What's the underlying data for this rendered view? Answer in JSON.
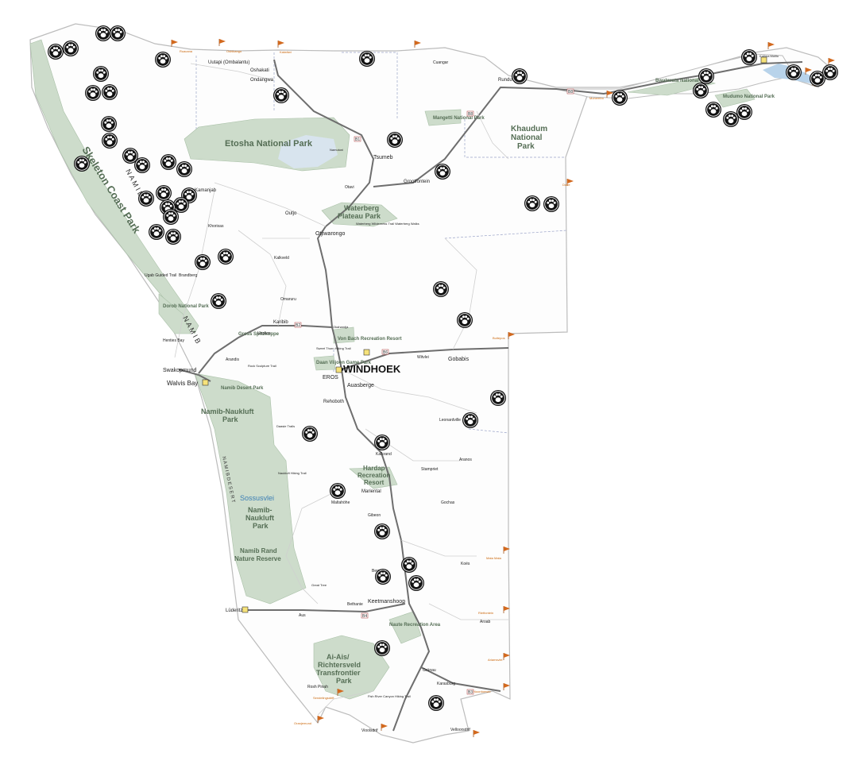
{
  "map": {
    "capital": "WINDHOEK",
    "parks": [
      {
        "id": "skeleton",
        "text": "Skeleton Coast Park"
      },
      {
        "id": "etosha",
        "text": "Etosha National Park"
      },
      {
        "id": "khaudum1",
        "text": "Khaudum"
      },
      {
        "id": "khaudum2",
        "text": "National"
      },
      {
        "id": "khaudum3",
        "text": "Park"
      },
      {
        "id": "waterberg1",
        "text": "Waterberg"
      },
      {
        "id": "waterberg2",
        "text": "Plateau Park"
      },
      {
        "id": "nn1a",
        "text": "Namib-Naukluft"
      },
      {
        "id": "nn1b",
        "text": "Park"
      },
      {
        "id": "nn2a",
        "text": "Namib-"
      },
      {
        "id": "nn2b",
        "text": "Naukluft"
      },
      {
        "id": "nn2c",
        "text": "Park"
      },
      {
        "id": "namibrand1",
        "text": "Namib Rand"
      },
      {
        "id": "namibrand2",
        "text": "Nature Reserve"
      },
      {
        "id": "hardap1",
        "text": "Hardap"
      },
      {
        "id": "hardap2",
        "text": "Recreation"
      },
      {
        "id": "hardap3",
        "text": "Resort"
      },
      {
        "id": "aiais1",
        "text": "Ai-Ais/"
      },
      {
        "id": "aiais2",
        "text": "Richtersveld"
      },
      {
        "id": "aiais3",
        "text": "Transfrontier"
      },
      {
        "id": "aiais4",
        "text": "Park"
      },
      {
        "id": "mangetti",
        "text": "Mangetti National Park"
      },
      {
        "id": "sossusvlei",
        "text": "Sossusvlei"
      },
      {
        "id": "vonbach",
        "text": "Von Bach Recreation Resort"
      },
      {
        "id": "daan",
        "text": "Daan Viljoen Game Park"
      },
      {
        "id": "dorob",
        "text": "Dorob National Park"
      },
      {
        "id": "namibdesert",
        "text": "Namib Desert Park"
      },
      {
        "id": "naute",
        "text": "Naute Recreation Area"
      },
      {
        "id": "bwabwata",
        "text": "Bwabwata National Park"
      },
      {
        "id": "mudumo",
        "text": "Mudumo National Park"
      },
      {
        "id": "namib1",
        "text": "N A M I B"
      },
      {
        "id": "namib2",
        "text": "N A M I B"
      },
      {
        "id": "namibdes",
        "text": "N A M I B   D E S E R T"
      },
      {
        "id": "gross",
        "text": "Gross Spitzkoppe"
      }
    ],
    "towns": [
      {
        "id": "uutapi",
        "text": "Uutapi (Ombalantu)"
      },
      {
        "id": "oshakati",
        "text": "Oshakati"
      },
      {
        "id": "ondangwa",
        "text": "Ondangwa"
      },
      {
        "id": "cuangar",
        "text": "Cuangar"
      },
      {
        "id": "rundu",
        "text": "Rundu"
      },
      {
        "id": "tsumeb",
        "text": "Tsumeb"
      },
      {
        "id": "grootfontein",
        "text": "Grootfontein"
      },
      {
        "id": "otavi",
        "text": "Otavi"
      },
      {
        "id": "outjo",
        "text": "Outjo"
      },
      {
        "id": "otjiwarongo",
        "text": "Otjiwarongo"
      },
      {
        "id": "kamanjab",
        "text": "Kamanjab"
      },
      {
        "id": "khorixas",
        "text": "Khorixas"
      },
      {
        "id": "kalkveld",
        "text": "Kalkveld"
      },
      {
        "id": "brandberg",
        "text": "Brandberg"
      },
      {
        "id": "ugab",
        "text": "Ugab Guided Trail"
      },
      {
        "id": "omaruru",
        "text": "Omaruru"
      },
      {
        "id": "karibib",
        "text": "Karibib"
      },
      {
        "id": "usakos",
        "text": "Usakos"
      },
      {
        "id": "okahandja",
        "text": "Okahandja"
      },
      {
        "id": "henties",
        "text": "Henties Bay"
      },
      {
        "id": "arandis",
        "text": "Arandis"
      },
      {
        "id": "swakopmund",
        "text": "Swakopmund"
      },
      {
        "id": "walvis",
        "text": "Walvis Bay"
      },
      {
        "id": "witvlei",
        "text": "Witvlei"
      },
      {
        "id": "gobabis",
        "text": "Gobabis"
      },
      {
        "id": "eros",
        "text": "EROS"
      },
      {
        "id": "auasberge",
        "text": "Auasberge"
      },
      {
        "id": "rehoboth",
        "text": "Rehoboth"
      },
      {
        "id": "leonardville",
        "text": "Leonardville"
      },
      {
        "id": "kalkrand",
        "text": "Kalkrand"
      },
      {
        "id": "aranos",
        "text": "Aranos"
      },
      {
        "id": "stampriet",
        "text": "Stampriet"
      },
      {
        "id": "mariental",
        "text": "Mariental"
      },
      {
        "id": "maltahohe",
        "text": "Maltahöhe"
      },
      {
        "id": "gochas",
        "text": "Gochas"
      },
      {
        "id": "gibeon",
        "text": "Gibeon"
      },
      {
        "id": "koes",
        "text": "Koës"
      },
      {
        "id": "berseba",
        "text": "Berseba"
      },
      {
        "id": "bethanie",
        "text": "Bethanie"
      },
      {
        "id": "keetmanshoop",
        "text": "Keetmanshoop"
      },
      {
        "id": "luderitz",
        "text": "Lüderitz"
      },
      {
        "id": "aus",
        "text": "Aus"
      },
      {
        "id": "aroab",
        "text": "Aroab"
      },
      {
        "id": "grunau",
        "text": "Grünau"
      },
      {
        "id": "karasburg",
        "text": "Karasburg"
      },
      {
        "id": "roshpinah",
        "text": "Rosh Pinah"
      },
      {
        "id": "vioolsdrif",
        "text": "Vioolsdrif"
      },
      {
        "id": "velloorsdrif",
        "text": "Velloorsdrif"
      },
      {
        "id": "daasie",
        "text": "Daasie Trails"
      },
      {
        "id": "naukluft",
        "text": "Naukluft Hiking Trail"
      },
      {
        "id": "sweetthorn",
        "text": "Sweet Thorn Hiking Trail"
      },
      {
        "id": "rocksculpture",
        "text": "Rock Sculpture Trail"
      },
      {
        "id": "fishriver",
        "text": "Fish River Canyon Hiking Trail"
      },
      {
        "id": "waterbergtrails",
        "text": "Waterberg Wilderness Trail Waterberg Walks"
      },
      {
        "id": "greattree",
        "text": "Great Tree"
      },
      {
        "id": "katima",
        "text": "Katima Mulilo"
      },
      {
        "id": "khorixas2",
        "text": "Namutoni"
      }
    ],
    "borders": [
      {
        "id": "b1",
        "text": "Ruacana"
      },
      {
        "id": "b2",
        "text": "Oshikango"
      },
      {
        "id": "b3",
        "text": "Katwitwi"
      },
      {
        "id": "b4",
        "text": "Buitepos"
      },
      {
        "id": "b5",
        "text": "Mata Mata"
      },
      {
        "id": "b6",
        "text": "Rietfontein"
      },
      {
        "id": "b7",
        "text": "Ariamsvlei"
      },
      {
        "id": "b8",
        "text": "Noordoewer"
      },
      {
        "id": "b9",
        "text": "Sendelingsdrift"
      },
      {
        "id": "b10",
        "text": "Oranjemund"
      },
      {
        "id": "b11",
        "text": "Dobe"
      },
      {
        "id": "b12",
        "text": "Ngoma"
      },
      {
        "id": "b13",
        "text": "Mohembo"
      }
    ],
    "roads": [
      "B1",
      "B8",
      "B2",
      "B6",
      "B4",
      "B3",
      "B10"
    ],
    "icon_markers": "paw-print-icon",
    "colors": {
      "park": "#cddccb",
      "park_text": "#556e55",
      "road": "#6e6e6e",
      "border_flag": "#d2691e",
      "water": "#b8d3ea",
      "marker": "#111111"
    }
  }
}
